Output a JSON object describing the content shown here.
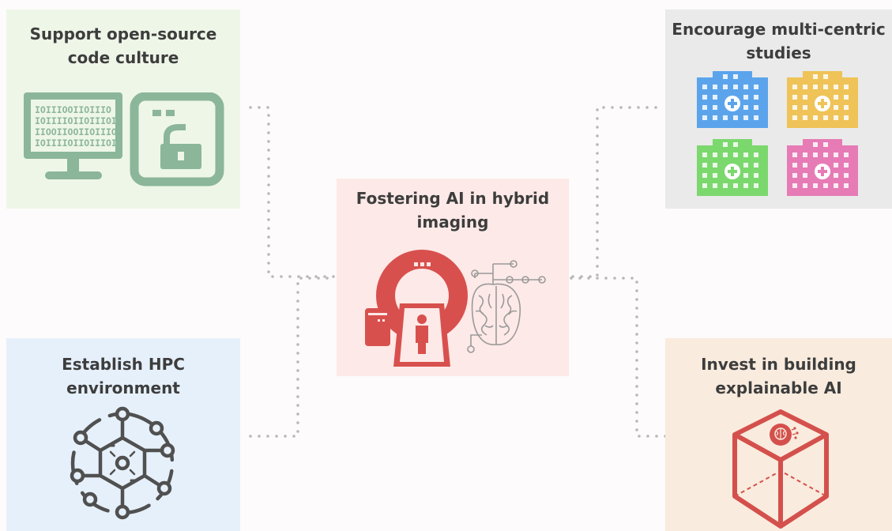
{
  "panels": {
    "open_source": {
      "title_line1": "Support open-source",
      "title_line2": "code culture",
      "bg": "#eef6e8",
      "icon_color": "#8bb699",
      "binary_rows": [
        "IOIIIOOIIOIIIO",
        "IOIIIIOIIOIIIOI",
        "IIOOIIOOIIOIIIO",
        "IOIIIIOIIOIIIOI"
      ]
    },
    "multi_centric": {
      "title_line1": "Encourage multi-centric",
      "title_line2": "studies",
      "bg": "#eaeaea",
      "hospital_colors": [
        "#5ba4ec",
        "#efc357",
        "#7bd86d",
        "#e67bb6"
      ]
    },
    "center": {
      "title_line1": "Fostering AI in hybrid",
      "title_line2": "imaging",
      "bg": "#fde9e7",
      "accent": "#d8504e"
    },
    "hpc": {
      "title_line1": "Establish HPC",
      "title_line2": "environment",
      "bg": "#e6f0fb",
      "icon_color": "#505050"
    },
    "explainable": {
      "title_line1": "Invest in building",
      "title_line2": "explainable AI",
      "bg": "#f9ebde",
      "icon_color": "#d4504c"
    }
  },
  "connector_color": "#b8b8b8"
}
